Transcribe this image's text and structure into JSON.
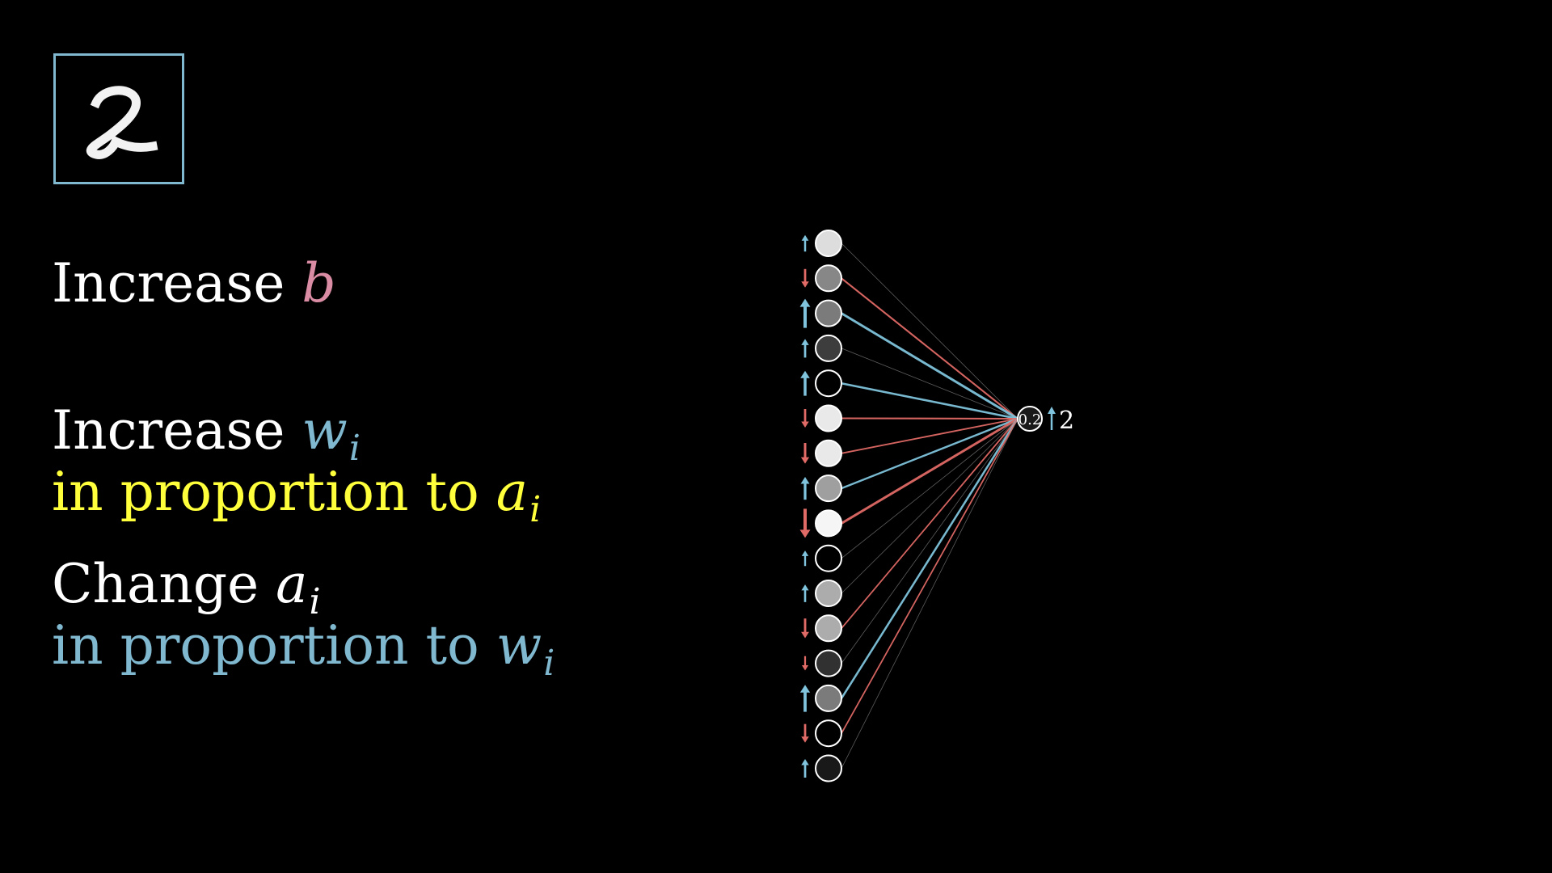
{
  "input_image": {
    "digit": "2",
    "border_color": "#7fb8cf"
  },
  "text": {
    "line1": {
      "word": "Increase",
      "var": "b",
      "word_color": "#ffffff",
      "var_color": "#d98ca3"
    },
    "line2": {
      "word": "Increase",
      "var": "w",
      "sub": "i",
      "word_color": "#ffffff",
      "var_color": "#7fb8cf"
    },
    "line3": {
      "text": "in proportion to",
      "var": "a",
      "sub": "i",
      "color": "#ffff3c"
    },
    "line4": {
      "word": "Change",
      "var": "a",
      "sub": "i",
      "color": "#ffffff"
    },
    "line5": {
      "text": "in proportion to",
      "var": "w",
      "sub": "i",
      "color": "#7fb8cf"
    }
  },
  "network": {
    "output_neuron": {
      "value": "0.2",
      "desired_change_arrow": "up-arrow",
      "desired_change": "2"
    },
    "colors": {
      "positive": "#7fc3dc",
      "negative": "#e06a66"
    },
    "input_neurons": [
      {
        "activation": 0.9,
        "arrow": "up",
        "arrow_size": 0.4,
        "weight": 0.3,
        "weight_sign": "neutral"
      },
      {
        "activation": 0.55,
        "arrow": "down",
        "arrow_size": 0.5,
        "weight": 0.6,
        "weight_sign": "negative"
      },
      {
        "activation": 0.5,
        "arrow": "up",
        "arrow_size": 1.0,
        "weight": 1.0,
        "weight_sign": "positive"
      },
      {
        "activation": 0.25,
        "arrow": "up",
        "arrow_size": 0.5,
        "weight": 0.5,
        "weight_sign": "neutral"
      },
      {
        "activation": 0.0,
        "arrow": "up",
        "arrow_size": 0.8,
        "weight": 0.8,
        "weight_sign": "positive"
      },
      {
        "activation": 0.95,
        "arrow": "down",
        "arrow_size": 0.5,
        "weight": 0.6,
        "weight_sign": "negative"
      },
      {
        "activation": 0.95,
        "arrow": "down",
        "arrow_size": 0.6,
        "weight": 0.5,
        "weight_sign": "negative"
      },
      {
        "activation": 0.65,
        "arrow": "up",
        "arrow_size": 0.7,
        "weight": 0.7,
        "weight_sign": "positive"
      },
      {
        "activation": 1.0,
        "arrow": "down",
        "arrow_size": 1.0,
        "weight": 1.0,
        "weight_sign": "negative"
      },
      {
        "activation": 0.0,
        "arrow": "up",
        "arrow_size": 0.35,
        "weight": 0.25,
        "weight_sign": "neutral"
      },
      {
        "activation": 0.7,
        "arrow": "up",
        "arrow_size": 0.45,
        "weight": 0.4,
        "weight_sign": "neutral"
      },
      {
        "activation": 0.7,
        "arrow": "down",
        "arrow_size": 0.55,
        "weight": 0.45,
        "weight_sign": "negative"
      },
      {
        "activation": 0.2,
        "arrow": "down",
        "arrow_size": 0.3,
        "weight": 0.3,
        "weight_sign": "neutral"
      },
      {
        "activation": 0.5,
        "arrow": "up",
        "arrow_size": 0.9,
        "weight": 0.8,
        "weight_sign": "positive"
      },
      {
        "activation": 0.0,
        "arrow": "down",
        "arrow_size": 0.5,
        "weight": 0.45,
        "weight_sign": "negative"
      },
      {
        "activation": 0.1,
        "arrow": "up",
        "arrow_size": 0.5,
        "weight": 0.45,
        "weight_sign": "neutral"
      }
    ]
  }
}
